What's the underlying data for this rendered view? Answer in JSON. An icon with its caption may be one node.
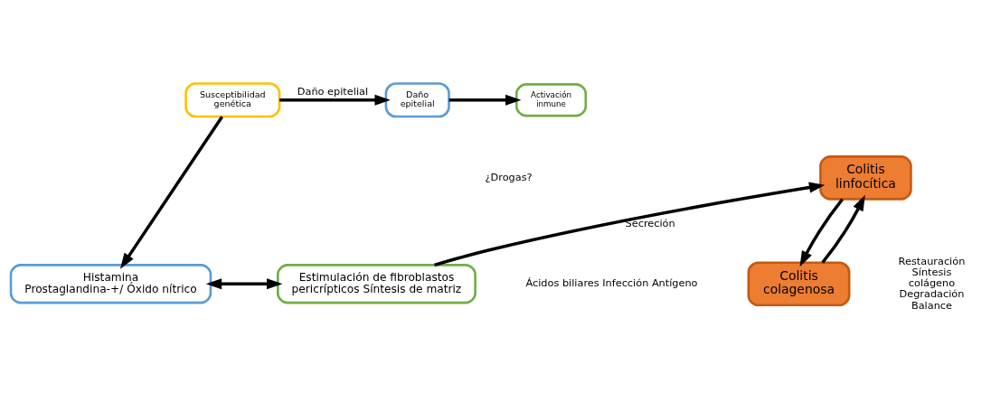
{
  "diagram": {
    "nodes": [
      {
        "text": [
          "Susceptibilidad genética"
        ]
      },
      {
        "text": [
          "Daño epitelial"
        ]
      },
      {
        "text": [
          "Activación inmune"
        ]
      },
      {
        "text": [
          "Colitis linfocítica"
        ]
      },
      {
        "text": [
          "Histamina Prostaglandina-+/ Óxido nítrico"
        ]
      },
      {
        "text": [
          "Estimulación de fibroblastos pericrípticos Síntesis de matriz"
        ]
      },
      {
        "text": [
          "Colitis colagenosa"
        ]
      }
    ],
    "edges": [
      {
        "from": 0,
        "to": 1,
        "arrow": "to",
        "label": "Daño epitelial"
      },
      {
        "from": 1,
        "to": 2,
        "arrow": "to"
      },
      {
        "from": 0,
        "to": 4,
        "arrow": "to"
      },
      {
        "from": 5,
        "to": 3,
        "arrow": "to",
        "label": "Secreción"
      },
      {
        "from": 3,
        "to": 6,
        "arrow": "to"
      },
      {
        "from": 4,
        "to": 5,
        "arrow": "both"
      },
      {
        "from": 6,
        "to": 3,
        "arrow": "to"
      }
    ],
    "labels": [
      "¿Drogas?",
      "Ácidos biliares Infección Antígeno",
      "Restauración Síntesis colágeno Degradación Balance"
    ]
  }
}
